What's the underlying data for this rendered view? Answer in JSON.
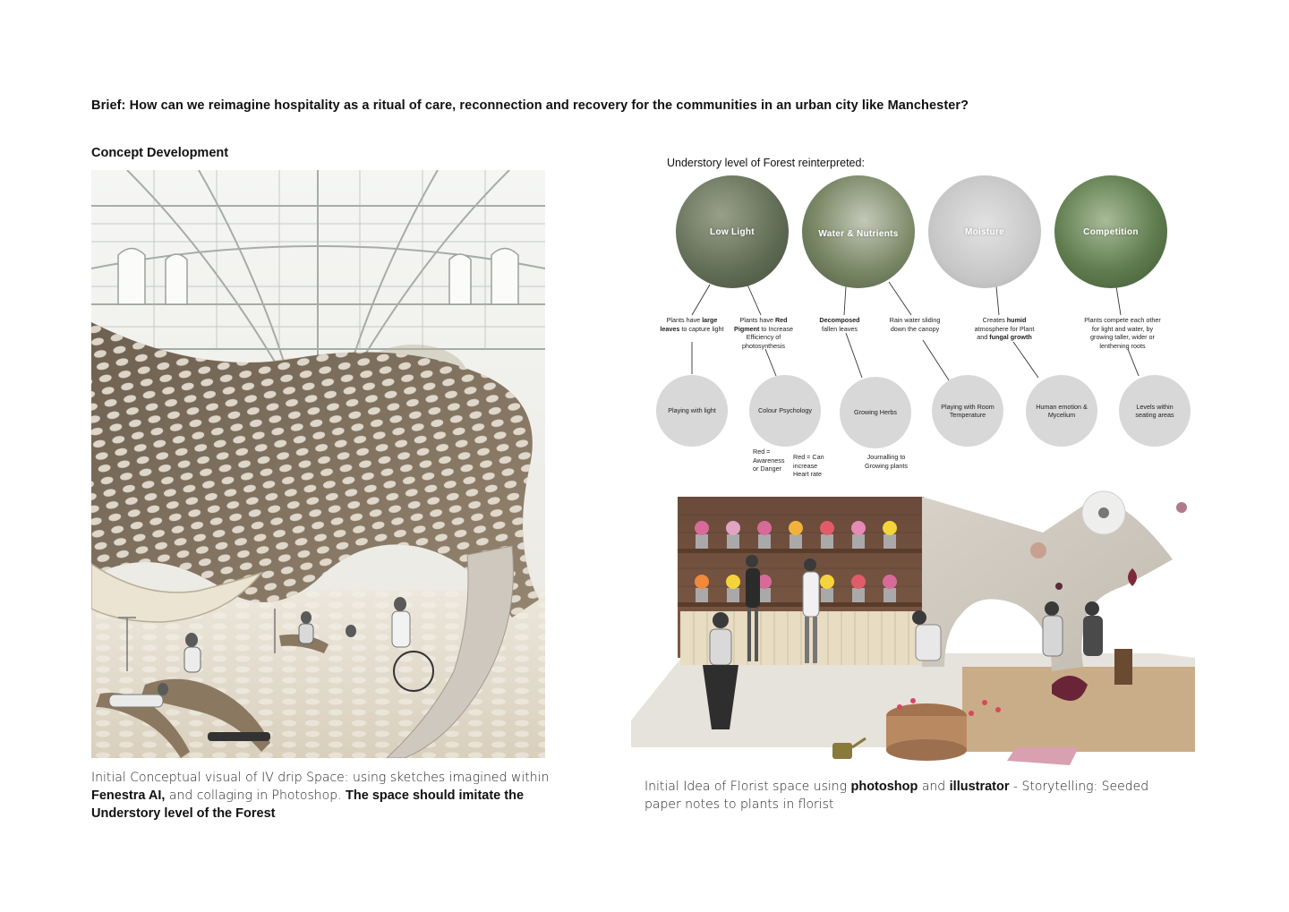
{
  "brief": "Brief: How can we reimagine hospitality as a ritual of care, reconnection and recovery for the communities in an urban city like Manchester?",
  "concept_title": "Concept Development",
  "left_caption": {
    "part1": "Initial Conceptual visual of IV drip Space: using sketches imagined within ",
    "bold1": "Fenestra AI,",
    "part2": " and collaging in Photoshop. ",
    "bold2": "The space should imitate the Understory level of the Forest"
  },
  "understory_title": "Understory level of Forest reinterpreted:",
  "top_circles": [
    {
      "label": "Low Light",
      "color_a": "#5f6b54",
      "color_b": "#8e9683"
    },
    {
      "label": "Water & Nutrients",
      "color_a": "#6c7a5c",
      "color_b": "#a9b09a"
    },
    {
      "label": "Moisture",
      "color_a": "#bfbfbf",
      "color_b": "#dcdcdc"
    },
    {
      "label": "Competition",
      "color_a": "#4f6a43",
      "color_b": "#8fa57e"
    }
  ],
  "notes": {
    "n1": {
      "pre": "Plants have ",
      "bold": "large leaves",
      "post": " to capture light"
    },
    "n2": {
      "pre": "Plants have ",
      "bold": "Red Pigment",
      "post": " to Increase Efficiency of photosynthesis"
    },
    "n3": {
      "bold": "Decomposed",
      "post": " fallen leaves"
    },
    "n4": {
      "text": "Rain water sliding down the canopy"
    },
    "n5": {
      "pre": "Creates ",
      "bold": "humid",
      "mid": " atmosphere for Plant and ",
      "bold2": "fungal growth"
    },
    "n6": {
      "text": "Plants compete each other for light and water, by growing taller, wider  or lenthening roots"
    }
  },
  "bottom_circles": [
    "Playing with light",
    "Colour Psychology",
    "Growing Herbs",
    "Playing with Room Temperature",
    "Human emotion & Mycelium",
    "Levels within seating areas"
  ],
  "sub_notes": {
    "red_awareness": "Red = Awareness or Danger",
    "red_heart": "Red = Can increase Heart rate",
    "journalling": "Journalling to Growing plants"
  },
  "right_caption": {
    "part1": "Initial Idea of Florist space using ",
    "bold1": "photoshop",
    "part2": " and ",
    "bold2": "illustrator",
    "part3": " - Storytelling: Seeded paper notes to plants in florist"
  }
}
